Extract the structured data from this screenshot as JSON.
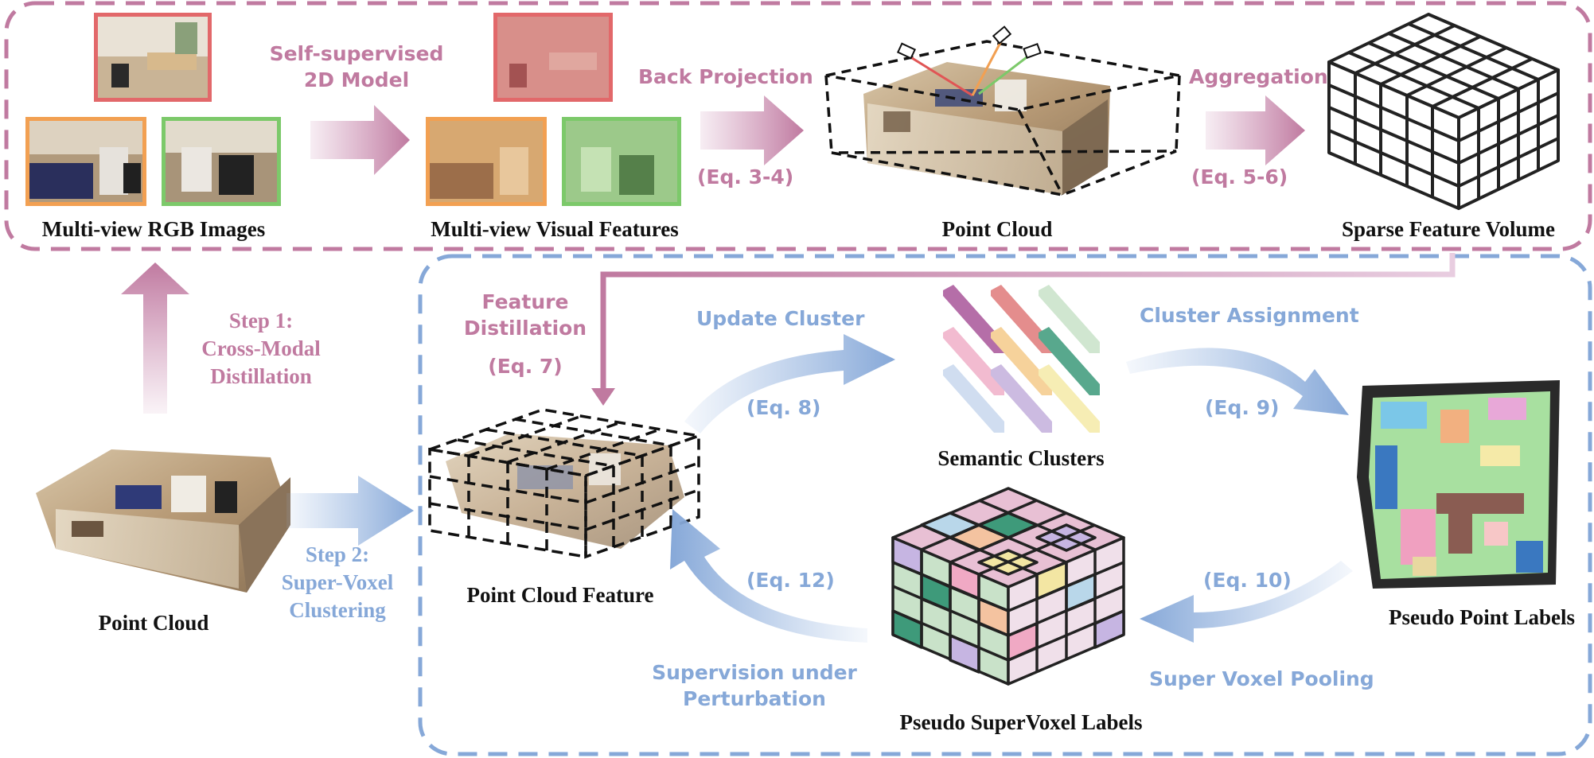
{
  "top_panel": {
    "rgb_images_label": "Multi-view RGB Images",
    "model_label_line1": "Self-supervised",
    "model_label_line2": "2D Model",
    "visual_features_label": "Multi-view Visual Features",
    "back_projection_label": "Back Projection",
    "back_projection_eq": "(Eq. 3-4)",
    "point_cloud_label": "Point Cloud",
    "aggregation_label": "Aggregation",
    "aggregation_eq": "(Eq. 5-6)",
    "sparse_volume_label": "Sparse Feature Volume"
  },
  "left_column": {
    "step1_line1": "Step 1:",
    "step1_line2": "Cross-Modal",
    "step1_line3": "Distillation",
    "point_cloud_label": "Point Cloud",
    "step2_line1": "Step 2:",
    "step2_line2": "Super-Voxel",
    "step2_line3": "Clustering"
  },
  "bottom_panel": {
    "feature_distillation_line1": "Feature",
    "feature_distillation_line2": "Distillation",
    "feature_distillation_eq": "(Eq. 7)",
    "update_cluster_label": "Update Cluster",
    "update_cluster_eq": "(Eq. 8)",
    "semantic_clusters_label": "Semantic Clusters",
    "cluster_assignment_label": "Cluster Assignment",
    "cluster_assignment_eq": "(Eq. 9)",
    "point_cloud_feature_label": "Point Cloud Feature",
    "pseudo_point_labels_label": "Pseudo Point Labels",
    "supervoxel_pooling_eq": "(Eq. 10)",
    "supervoxel_pooling_label": "Super Voxel Pooling",
    "pseudo_supervoxel_label": "Pseudo SuperVoxel Labels",
    "supervision_eq": "(Eq. 12)",
    "supervision_line1": "Supervision under",
    "supervision_line2": "Perturbation"
  },
  "colors": {
    "pink": "#c07aa0",
    "blue": "#86a8d8",
    "orange_border": "#f2a052",
    "green_border": "#7cc96a",
    "red_border": "#e2686a"
  }
}
